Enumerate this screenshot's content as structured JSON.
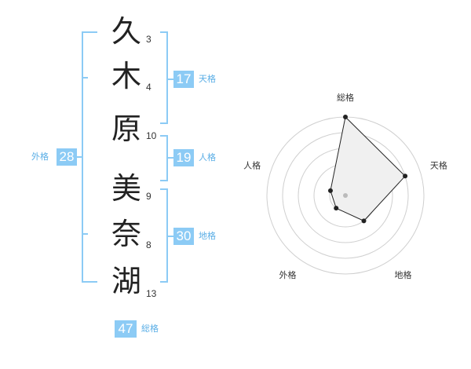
{
  "name": {
    "chars": [
      {
        "char": "久",
        "strokes": "3"
      },
      {
        "char": "木",
        "strokes": "4"
      },
      {
        "char": "原",
        "strokes": "10"
      },
      {
        "char": "美",
        "strokes": "9"
      },
      {
        "char": "奈",
        "strokes": "8"
      },
      {
        "char": "湖",
        "strokes": "13"
      }
    ]
  },
  "fortune": {
    "tenkaku": {
      "value": "17",
      "label": "天格"
    },
    "jinkaku": {
      "value": "19",
      "label": "人格"
    },
    "chikaku": {
      "value": "30",
      "label": "地格"
    },
    "gaikaku": {
      "value": "28",
      "label": "外格"
    },
    "soukaku": {
      "value": "47",
      "label": "総格"
    }
  },
  "colors": {
    "accent": "#8ccbf5",
    "label": "#5aaee6",
    "fill": "#f0f0f0"
  },
  "chart_data": {
    "type": "radar",
    "axes": [
      "総格",
      "天格",
      "地格",
      "外格",
      "人格"
    ],
    "values": [
      5,
      4,
      2,
      1,
      1
    ],
    "max": 5,
    "rings": 5
  }
}
